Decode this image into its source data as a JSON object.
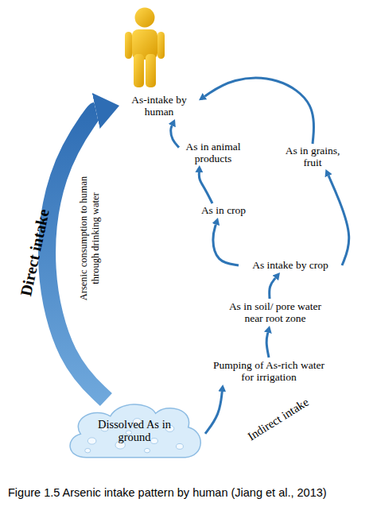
{
  "diagram": {
    "caption": "Figure 1.5 Arsenic intake pattern by human (Jiang et al., 2013)",
    "nodes": [
      {
        "text": [
          "As-intake by human"
        ]
      },
      {
        "text": [
          "As in animal products"
        ]
      },
      {
        "text": [
          "As in grains, fruit"
        ]
      },
      {
        "text": [
          "As in crop"
        ]
      },
      {
        "text": [
          "As intake by crop"
        ]
      },
      {
        "text": [
          "As in soil/ pore water near root zone"
        ]
      },
      {
        "text": [
          "Pumping of As-rich water for irrigation"
        ]
      },
      {
        "text": [
          "Dissolved As in ground"
        ]
      }
    ],
    "edges": [
      {
        "from": 7,
        "to": 6,
        "arrow": "to"
      },
      {
        "from": 6,
        "to": 5,
        "arrow": "to"
      },
      {
        "from": 5,
        "to": 4,
        "arrow": "to"
      },
      {
        "from": 4,
        "to": 3,
        "arrow": "to"
      },
      {
        "from": 4,
        "to": 2,
        "arrow": "to"
      },
      {
        "from": 3,
        "to": 1,
        "arrow": "to"
      },
      {
        "from": 1,
        "to": 0,
        "arrow": "to"
      },
      {
        "from": 2,
        "to": 0,
        "arrow": "to"
      },
      {
        "from": 7,
        "to": 0,
        "arrow": "to",
        "label": "Direct intake"
      }
    ],
    "labels": [
      "Arsenic consumption to human through drinking water",
      "Indirect intake"
    ]
  }
}
